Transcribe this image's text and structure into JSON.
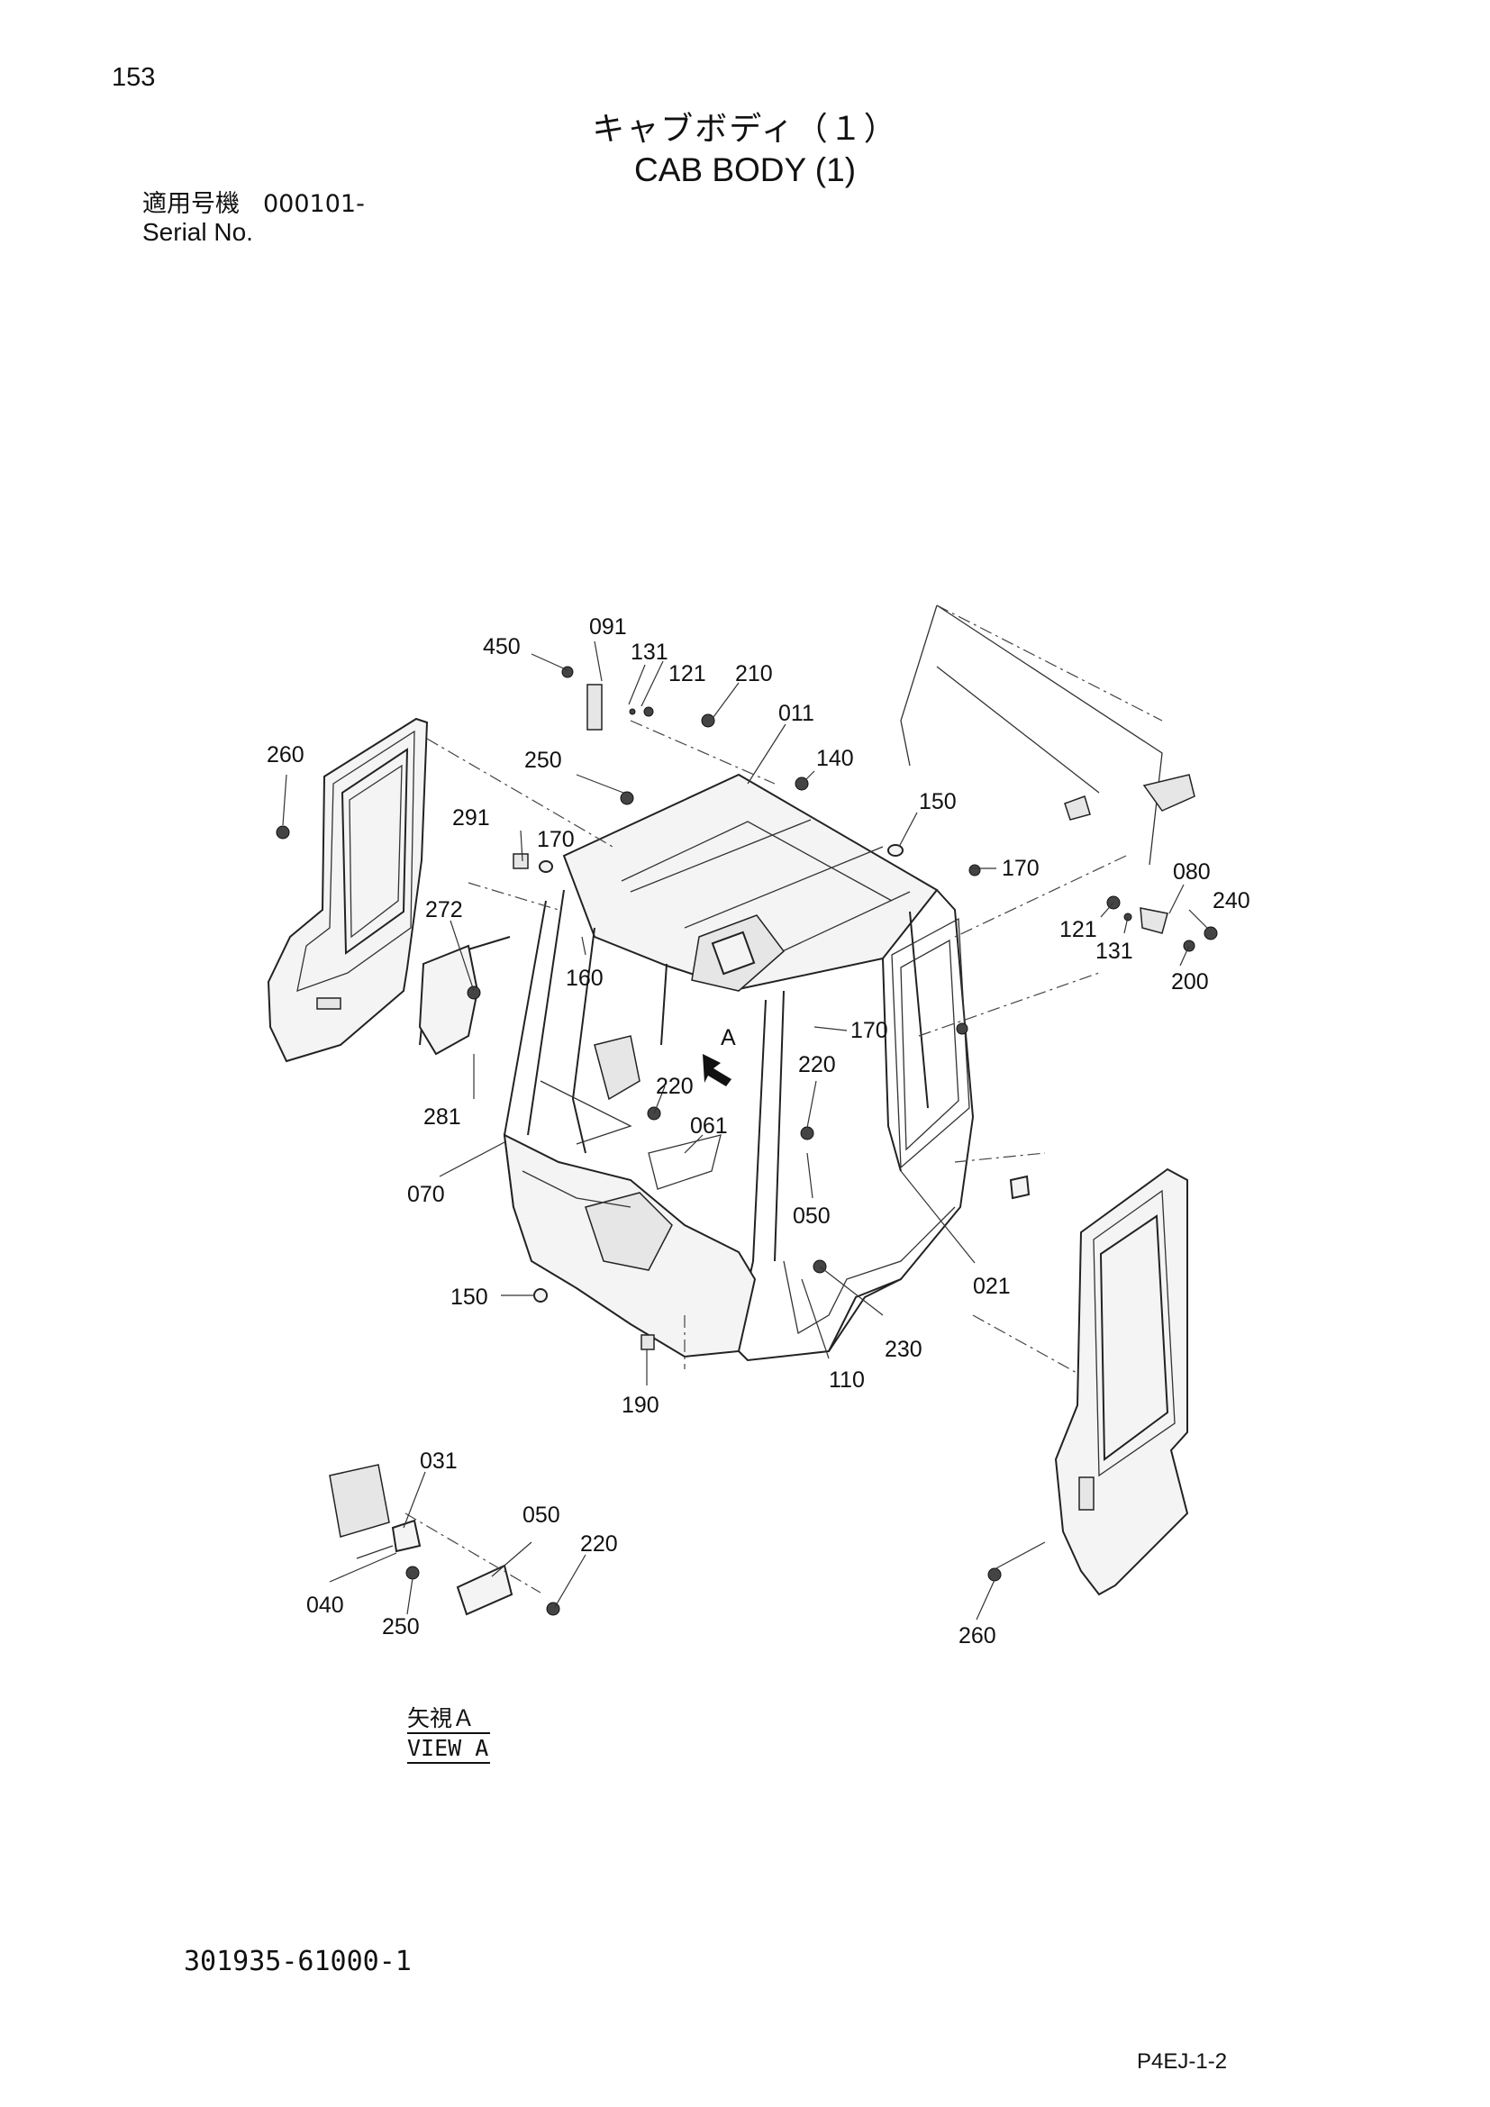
{
  "header": {
    "page_number": "153",
    "title_jp": "キャブボディ（１）",
    "title_en": "CAB BODY (1)",
    "serial_label_jp": "適用号機",
    "serial_value": "000101-",
    "serial_label_en": "Serial No."
  },
  "diagram": {
    "callouts": [
      "450",
      "091",
      "131",
      "121",
      "210",
      "011",
      "260",
      "250",
      "140",
      "150",
      "291",
      "170",
      "170",
      "080",
      "240",
      "272",
      "121",
      "131",
      "160",
      "200",
      "170",
      "220",
      "220",
      "A",
      "061",
      "281",
      "070",
      "050",
      "021",
      "150",
      "230",
      "110",
      "190",
      "031",
      "050",
      "220",
      "040",
      "250",
      "260"
    ],
    "view_label_jp": "矢視Ａ",
    "view_label_en": "VIEW A"
  },
  "footer": {
    "drawing_number": "301935-61000-1",
    "page_code": "P4EJ-1-2"
  }
}
